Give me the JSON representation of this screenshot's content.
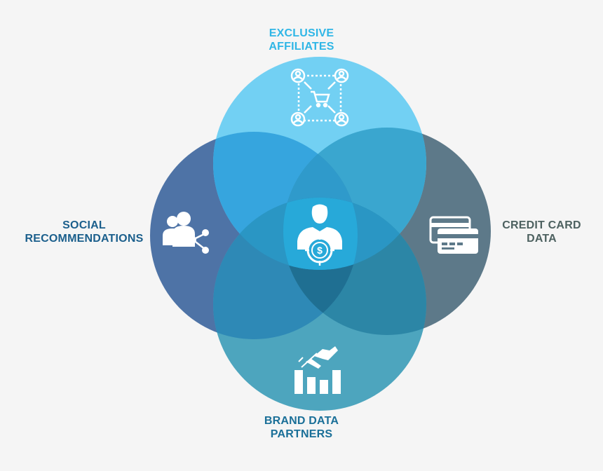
{
  "diagram": {
    "center": {
      "icon": "person-target-dollar-icon",
      "color": "#27a9d9"
    },
    "sets": [
      {
        "id": "top",
        "label_lines": [
          "EXCLUSIVE",
          "AFFILIATES"
        ],
        "icon": "affiliate-network-cart-icon",
        "color": "#72d0f3"
      },
      {
        "id": "left",
        "label_lines": [
          "SOCIAL",
          "RECOMMENDATIONS"
        ],
        "icon": "users-share-icon",
        "color": "#4e73a6"
      },
      {
        "id": "right",
        "label_lines": [
          "CREDIT CARD",
          "DATA"
        ],
        "icon": "credit-cards-icon",
        "color": "#5d7989"
      },
      {
        "id": "bottom",
        "label_lines": [
          "BRAND DATA",
          "PARTNERS"
        ],
        "icon": "handshake-bar-chart-icon",
        "color": "#4da5be"
      }
    ],
    "label_colors": {
      "top": "#2fb6e6",
      "left": "#1b5f8c",
      "right": "#4d6160",
      "bottom": "#1a6f98"
    }
  }
}
